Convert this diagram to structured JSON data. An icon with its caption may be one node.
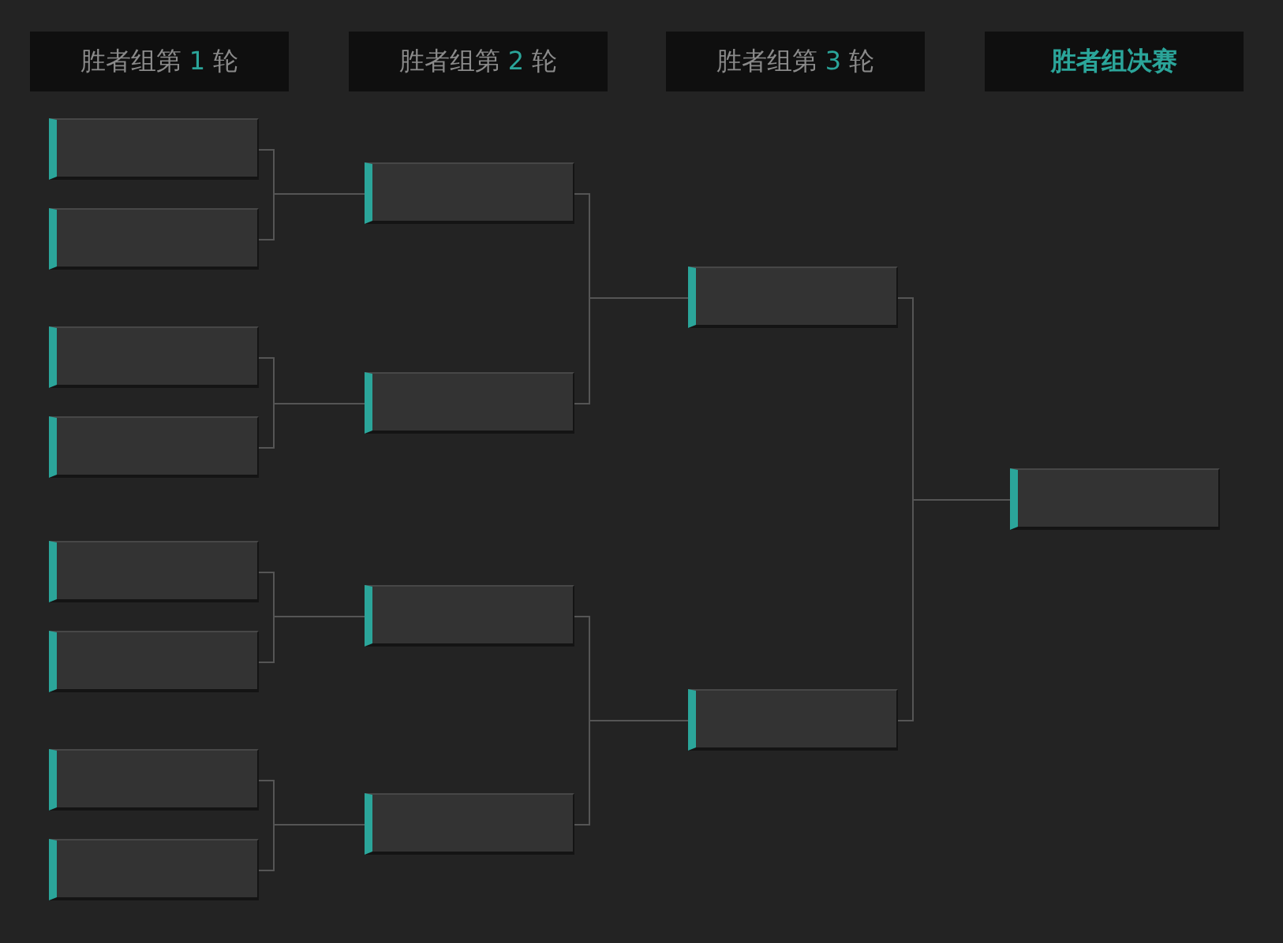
{
  "diagram": {
    "nodes": [
      {
        "text": [
          "胜者组第 1 轮"
        ]
      },
      {
        "text": [
          "胜者组第 2 轮"
        ]
      },
      {
        "text": [
          "胜者组第 3 轮"
        ]
      },
      {
        "text": [
          "胜者组决赛"
        ]
      },
      {
        "text": [],
        "shape": "box"
      },
      {
        "text": [],
        "shape": "box"
      },
      {
        "text": [],
        "shape": "box"
      },
      {
        "text": [],
        "shape": "box"
      },
      {
        "text": [],
        "shape": "box"
      },
      {
        "text": [],
        "shape": "box"
      },
      {
        "text": [],
        "shape": "box"
      },
      {
        "text": [],
        "shape": "box"
      },
      {
        "text": [],
        "shape": "box"
      },
      {
        "text": [],
        "shape": "box"
      },
      {
        "text": [],
        "shape": "box"
      },
      {
        "text": [],
        "shape": "box"
      },
      {
        "text": [],
        "shape": "box"
      },
      {
        "text": [],
        "shape": "box"
      },
      {
        "text": [],
        "shape": "box"
      }
    ],
    "edges": [
      {
        "from": 4,
        "to": 12,
        "arrow": "none"
      },
      {
        "from": 5,
        "to": 12,
        "arrow": "none"
      },
      {
        "from": 6,
        "to": 13,
        "arrow": "none"
      },
      {
        "from": 7,
        "to": 13,
        "arrow": "none"
      },
      {
        "from": 8,
        "to": 14,
        "arrow": "none"
      },
      {
        "from": 9,
        "to": 14,
        "arrow": "none"
      },
      {
        "from": 10,
        "to": 15,
        "arrow": "none"
      },
      {
        "from": 11,
        "to": 15,
        "arrow": "none"
      },
      {
        "from": 12,
        "to": 16,
        "arrow": "none"
      },
      {
        "from": 13,
        "to": 16,
        "arrow": "none"
      },
      {
        "from": 14,
        "to": 17,
        "arrow": "none"
      },
      {
        "from": 15,
        "to": 17,
        "arrow": "none"
      },
      {
        "from": 16,
        "to": 18,
        "arrow": "none"
      },
      {
        "from": 17,
        "to": 18,
        "arrow": "none"
      }
    ]
  }
}
